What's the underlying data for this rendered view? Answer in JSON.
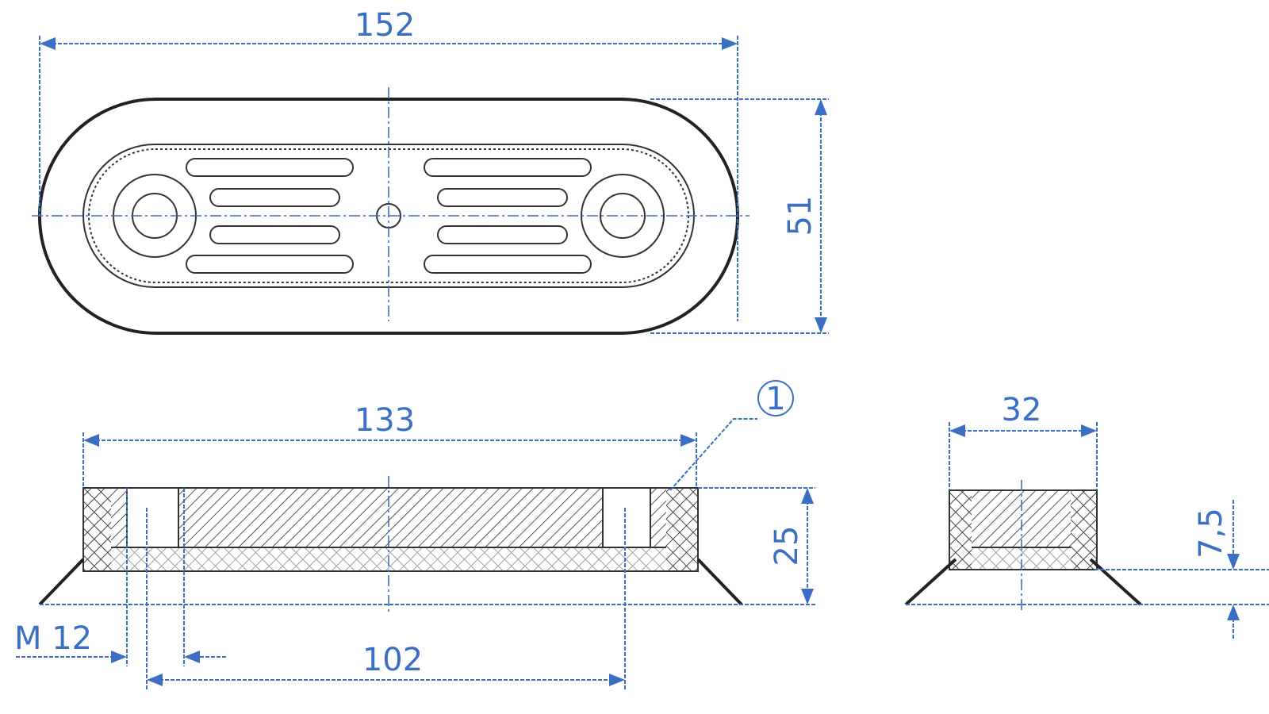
{
  "colors": {
    "dimension": "#3a6fc4",
    "outline": "#222222"
  },
  "top_view": {
    "length_label": "152",
    "width_label": "51"
  },
  "side_view": {
    "length_label": "133",
    "height_label": "25",
    "thread_label": "M 12",
    "hole_spacing_label": "102",
    "callout_label": "1"
  },
  "end_view": {
    "width_label": "32",
    "skirt_height_label": "7,5"
  }
}
